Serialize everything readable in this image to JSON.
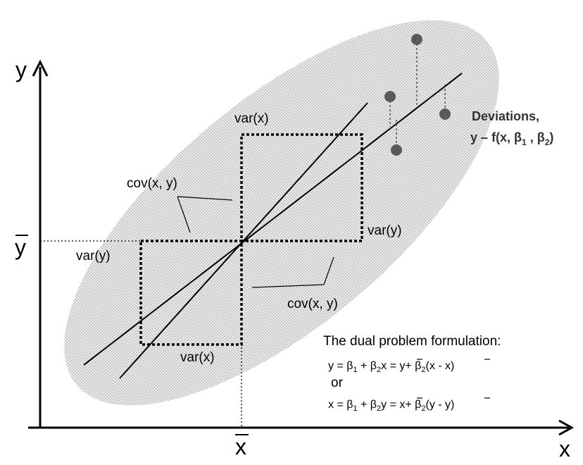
{
  "axes": {
    "x_label": "x",
    "y_label": "y",
    "x_mean_label": "x",
    "y_mean_label": "y"
  },
  "labels": {
    "var_x_top": "var(x)",
    "var_x_bottom": "var(x)",
    "var_y_left": "var(y)",
    "var_y_right": "var(y)",
    "cov_xy_upper": "cov(x, y)",
    "cov_xy_lower": "cov(x, y)"
  },
  "deviations": {
    "line1": "Deviations,",
    "line2_prefix": "y – f(x, β",
    "sub1": "1",
    "mid": " , β",
    "sub2": "2",
    "suffix": ")"
  },
  "formulation": {
    "title": "The dual problem formulation:",
    "eq1": {
      "a": "y = β",
      "s1": "1",
      "b": " + β",
      "s2": "2",
      "c": "x = ",
      "bar1": "y",
      "d": "+ β",
      "s3": "2",
      "e": "(x - ",
      "bar2": "x",
      "f": ")"
    },
    "or_label": "or",
    "eq2": {
      "a": "x = β",
      "s1": "1",
      "b": " + β",
      "s2": "2",
      "c": "y = ",
      "bar1": "x",
      "d": "+ β",
      "s3": "2",
      "e": "(y - ",
      "bar2": "y",
      "f": ")"
    }
  },
  "colors": {
    "ellipse_fill": "#b8b8b8",
    "points": "#5a5a5a",
    "ink": "#000000"
  }
}
